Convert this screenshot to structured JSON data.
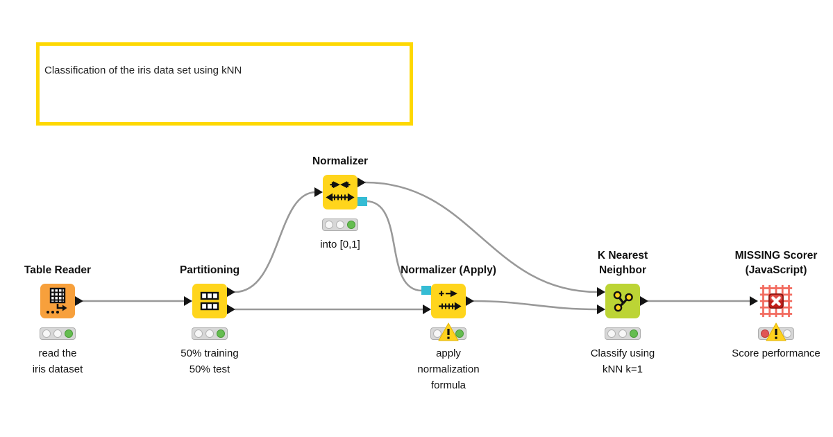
{
  "annotation": {
    "text": "Classification of the iris data set using kNN",
    "border_color": "#FED802"
  },
  "colors": {
    "reader_orange": "#F7A03C",
    "manipulator_yellow": "#FFD51C",
    "learner_lime": "#BCD435",
    "model_port_cyan": "#35BCD4",
    "wire_gray": "#999999",
    "missing_red": "#F26B5F",
    "warning_yellow": "#FFD21E",
    "light_green": "#65BD50",
    "light_red": "#E05555"
  },
  "nodes": [
    {
      "title": "Table Reader",
      "label": "read the\niris dataset",
      "traffic": [
        "off",
        "off",
        "green"
      ]
    },
    {
      "title": "Partitioning",
      "label": "50% training\n50% test",
      "traffic": [
        "off",
        "off",
        "green"
      ]
    },
    {
      "title": "Normalizer",
      "label": "into [0,1]",
      "traffic": [
        "off",
        "off",
        "green"
      ]
    },
    {
      "title": "Normalizer (Apply)",
      "label": "apply\nnormalization\nformula",
      "traffic": [
        "off",
        "off",
        "green"
      ],
      "warning": "!"
    },
    {
      "title": "K Nearest Neighbor",
      "label": "Classify using\nkNN k=1",
      "traffic": [
        "off",
        "off",
        "green"
      ]
    },
    {
      "title": "MISSING Scorer\n(JavaScript)",
      "label": "Score performance",
      "traffic": [
        "red",
        "off",
        "off"
      ],
      "warning": "!"
    }
  ]
}
